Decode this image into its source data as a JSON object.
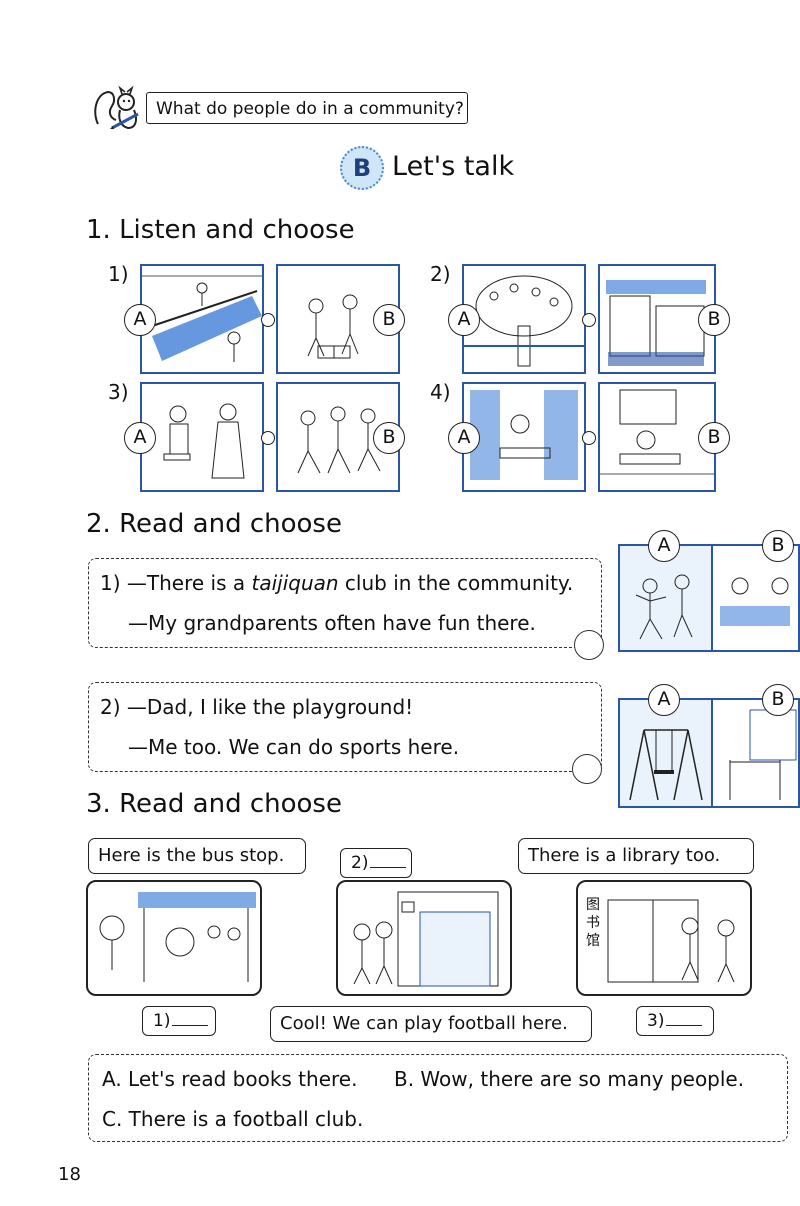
{
  "header": {
    "question": "What do people do in a community?",
    "badge": "B",
    "section_title": "Let's talk"
  },
  "part1": {
    "heading": "1. Listen and choose",
    "items": [
      {
        "num": "1)",
        "a": "A",
        "b": "B"
      },
      {
        "num": "2)",
        "a": "A",
        "b": "B"
      },
      {
        "num": "3)",
        "a": "A",
        "b": "B"
      },
      {
        "num": "4)",
        "a": "A",
        "b": "B"
      }
    ]
  },
  "part2": {
    "heading": "2. Read and choose",
    "q1": {
      "num": "1)",
      "line1_pre": "—There is a ",
      "line1_italic": "taijiquan",
      "line1_post": " club in the community.",
      "line2": "—My grandparents often have fun there.",
      "a": "A",
      "b": "B"
    },
    "q2": {
      "num": "2)",
      "line1": "—Dad, I like the playground!",
      "line2": "—Me too. We can do sports here.",
      "a": "A",
      "b": "B"
    }
  },
  "part3": {
    "heading": "3. Read and choose",
    "bubble1": "Here is the bus stop.",
    "blank1": "1)",
    "blank2": "2)",
    "bubble2": "Cool! We can play football here.",
    "bubble3": "There is a library too.",
    "blank3": "3)",
    "options": {
      "a": "A. Let's read books there.",
      "b": "B. Wow, there are so many people.",
      "c": "C. There is a football club."
    },
    "sign_text": "图书馆"
  },
  "page_number": "18",
  "colors": {
    "accent": "#2a56a8",
    "badge_bg": "#cfe6f8"
  }
}
